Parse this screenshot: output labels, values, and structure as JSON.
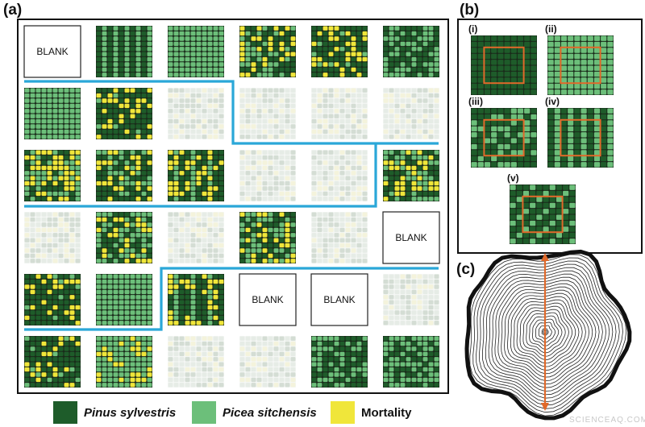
{
  "panels": {
    "a_label": "(a)",
    "b_label": "(b)",
    "c_label": "(c)"
  },
  "blank_label": "BLANK",
  "grid_a": {
    "rows": [
      [
        "blank",
        "pine_rows",
        "spruce",
        "mixed_mort",
        "pine_mort",
        "mixed"
      ],
      [
        "spruce",
        "pine_mort",
        "faded",
        "faded",
        "faded",
        "faded"
      ],
      [
        "mixed_mort",
        "mixed_mort",
        "pine_stripe",
        "faded",
        "faded",
        "mixed_mort"
      ],
      [
        "faded",
        "mixed_mort",
        "faded",
        "mixed_mort",
        "faded",
        "blank"
      ],
      [
        "pine_mort",
        "spruce",
        "pine_stripe",
        "blank",
        "blank",
        "faded"
      ],
      [
        "pine_mort",
        "spruce_mort",
        "faded",
        "faded",
        "mixed",
        "mixed"
      ]
    ]
  },
  "panel_b": {
    "sub_labels": [
      "(i)",
      "(ii)",
      "(iii)",
      "(iv)",
      "(v)"
    ]
  },
  "legend": [
    {
      "label": "Pinus sylvestris",
      "color": "#1e5c2a",
      "italic": true
    },
    {
      "label": "Picea sitchensis",
      "color": "#6cbf7a",
      "italic": true
    },
    {
      "label": "Mortality",
      "color": "#f0e63a",
      "italic": false
    }
  ],
  "colors": {
    "pine": "#1e5c2a",
    "spruce": "#6cbf7a",
    "mortality": "#f0e63a",
    "boundary": "#2aa7d8",
    "focal_square": "#e0692a",
    "arrow": "#e0692a"
  },
  "watermark": "SCIENCEAQ.COM"
}
